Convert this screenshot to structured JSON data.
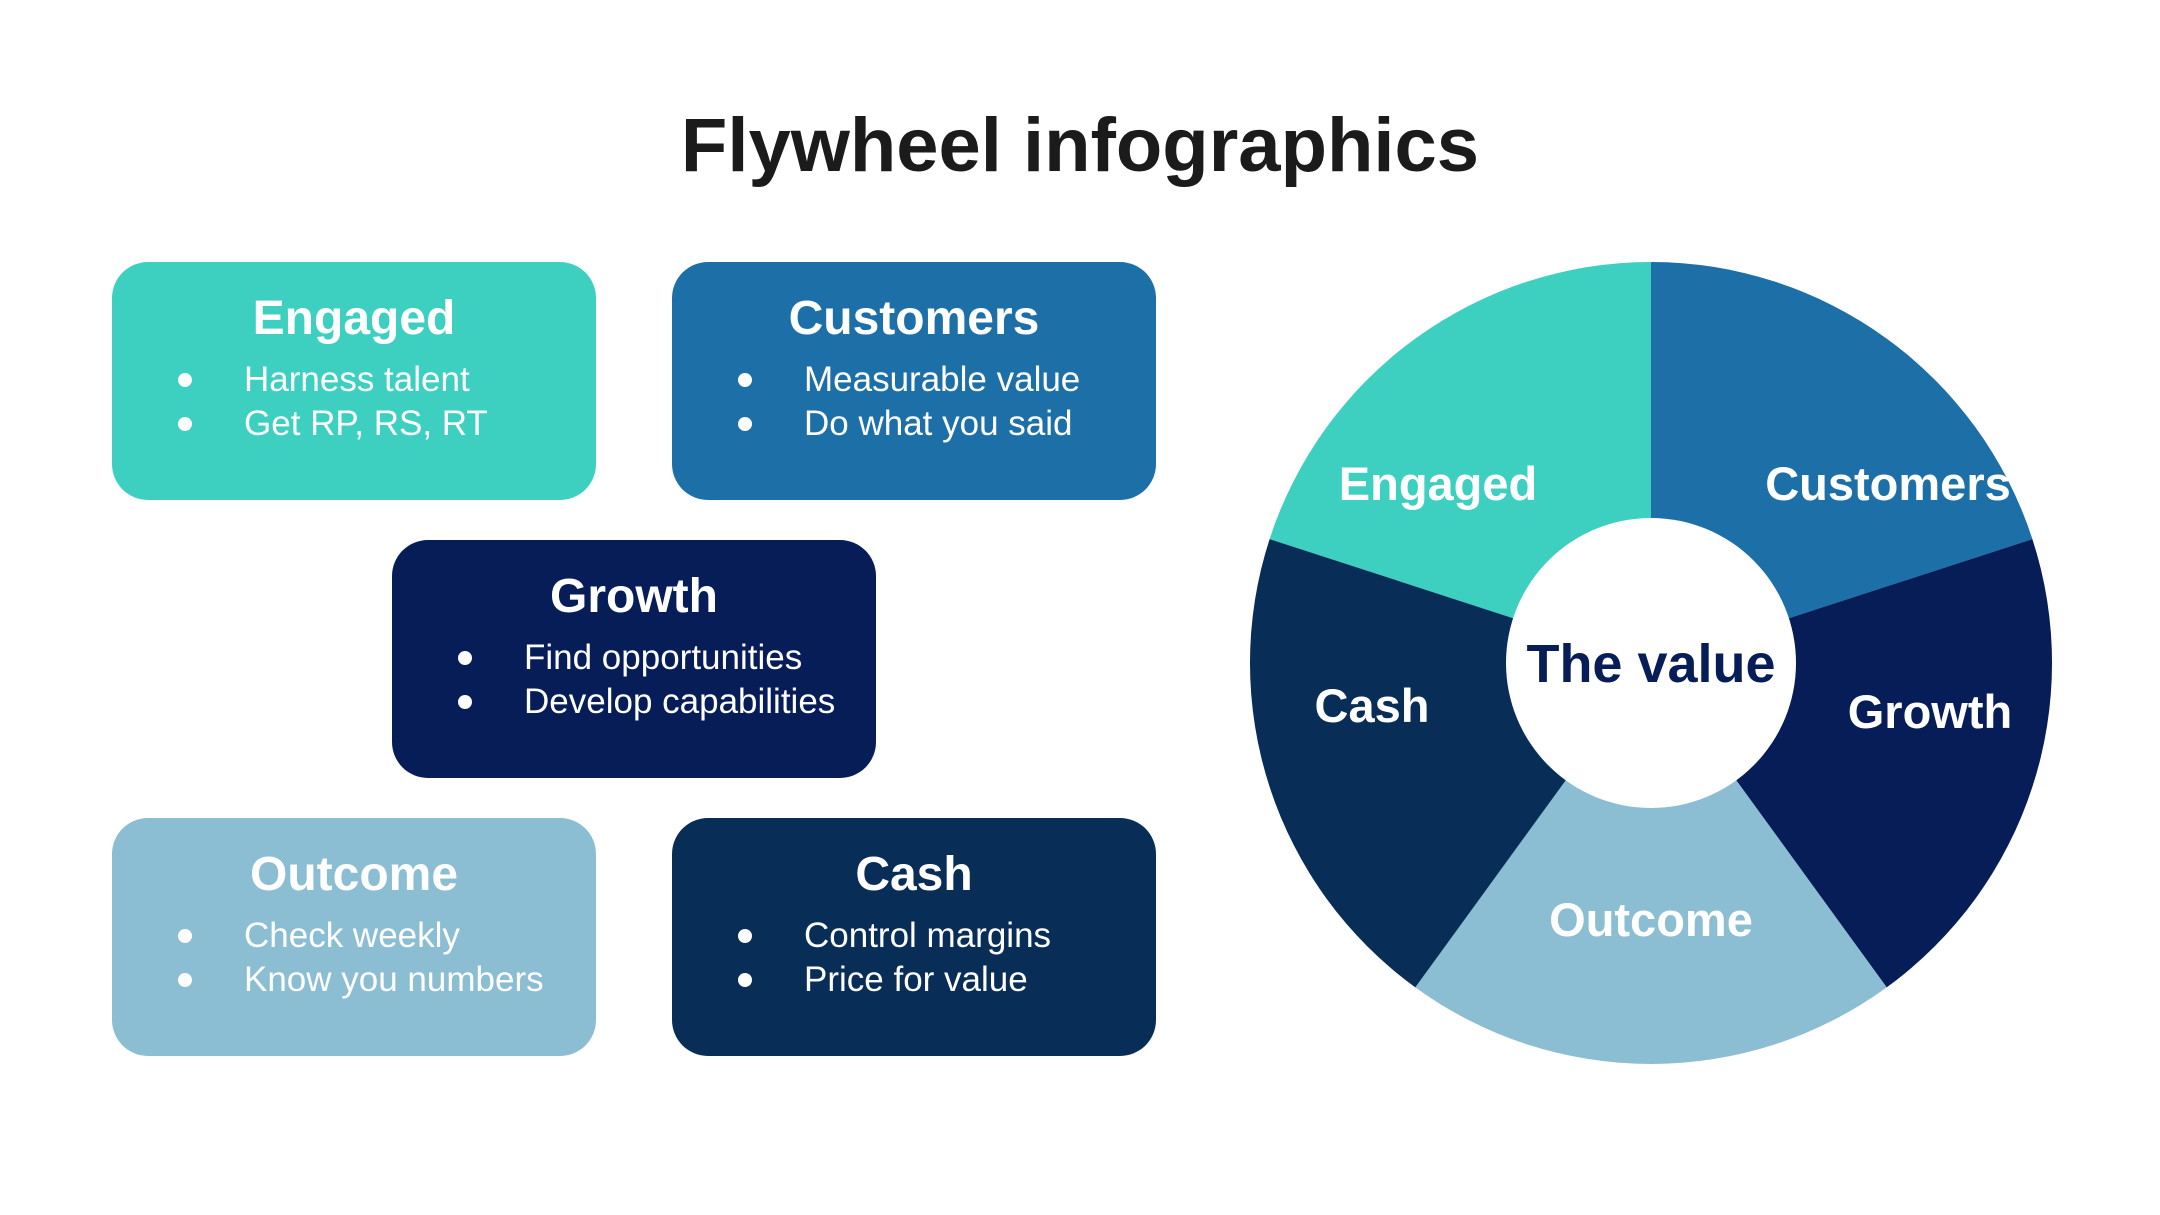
{
  "title": "Flywheel infographics",
  "colors": {
    "engaged": "#3dcfc0",
    "customers": "#1d6fa8",
    "growth": "#061d58",
    "outcome": "#8bbdd3",
    "cash": "#082e58",
    "center_text": "#061d58"
  },
  "cards": {
    "engaged": {
      "title": "Engaged",
      "bullets": [
        "Harness talent",
        "Get RP, RS, RT"
      ]
    },
    "customers": {
      "title": "Customers",
      "bullets": [
        "Measurable value",
        "Do what you said"
      ]
    },
    "growth": {
      "title": "Growth",
      "bullets": [
        "Find opportunities",
        "Develop capabilities"
      ]
    },
    "outcome": {
      "title": "Outcome",
      "bullets": [
        "Check weekly",
        "Know you numbers"
      ]
    },
    "cash": {
      "title": "Cash",
      "bullets": [
        "Control margins",
        "Price for value"
      ]
    }
  },
  "wheel": {
    "center": "The value",
    "segments": [
      "Engaged",
      "Customers",
      "Growth",
      "Outcome",
      "Cash"
    ]
  }
}
